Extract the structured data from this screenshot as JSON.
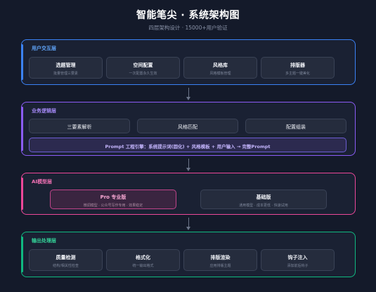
{
  "header": {
    "title": "智能笔尖 · 系统架构图",
    "subtitle": "四层架构设计 · 15000+用户验证"
  },
  "colors": {
    "layer1": "#3b82f6",
    "layer2": "#8b5cf6",
    "layer3": "#ec4899",
    "layer4": "#10b981"
  },
  "layers": [
    {
      "label": "用户交互层",
      "items": [
        {
          "title": "选题管理",
          "desc": "批量管理三要素"
        },
        {
          "title": "空间配置",
          "desc": "一次配置永久生效"
        },
        {
          "title": "风格库",
          "desc": "风格模板管理"
        },
        {
          "title": "排版器",
          "desc": "多主题一键美化"
        }
      ]
    },
    {
      "label": "业务逻辑层",
      "items": [
        {
          "title": "三要素解析"
        },
        {
          "title": "风格匹配"
        },
        {
          "title": "配置组装"
        }
      ],
      "engine": "Prompt 工程引擎：系统提示词(固化) + 风格模板 + 用户输入 → 完整Prompt"
    },
    {
      "label": "AI模型层",
      "items": [
        {
          "title": "Pro 专业版",
          "desc": "微调模型 · 公众号写作专用 · 效果稳定"
        },
        {
          "title": "基础版",
          "desc": "通用模型 · 成本更低 · 快速试用"
        }
      ]
    },
    {
      "label": "输出处理层",
      "items": [
        {
          "title": "质量检测",
          "desc": "结构/相关性检查"
        },
        {
          "title": "格式化",
          "desc": "统一输出格式"
        },
        {
          "title": "排版渲染",
          "desc": "应用排版主题"
        },
        {
          "title": "钩子注入",
          "desc": "添加前后钩子"
        }
      ]
    }
  ]
}
